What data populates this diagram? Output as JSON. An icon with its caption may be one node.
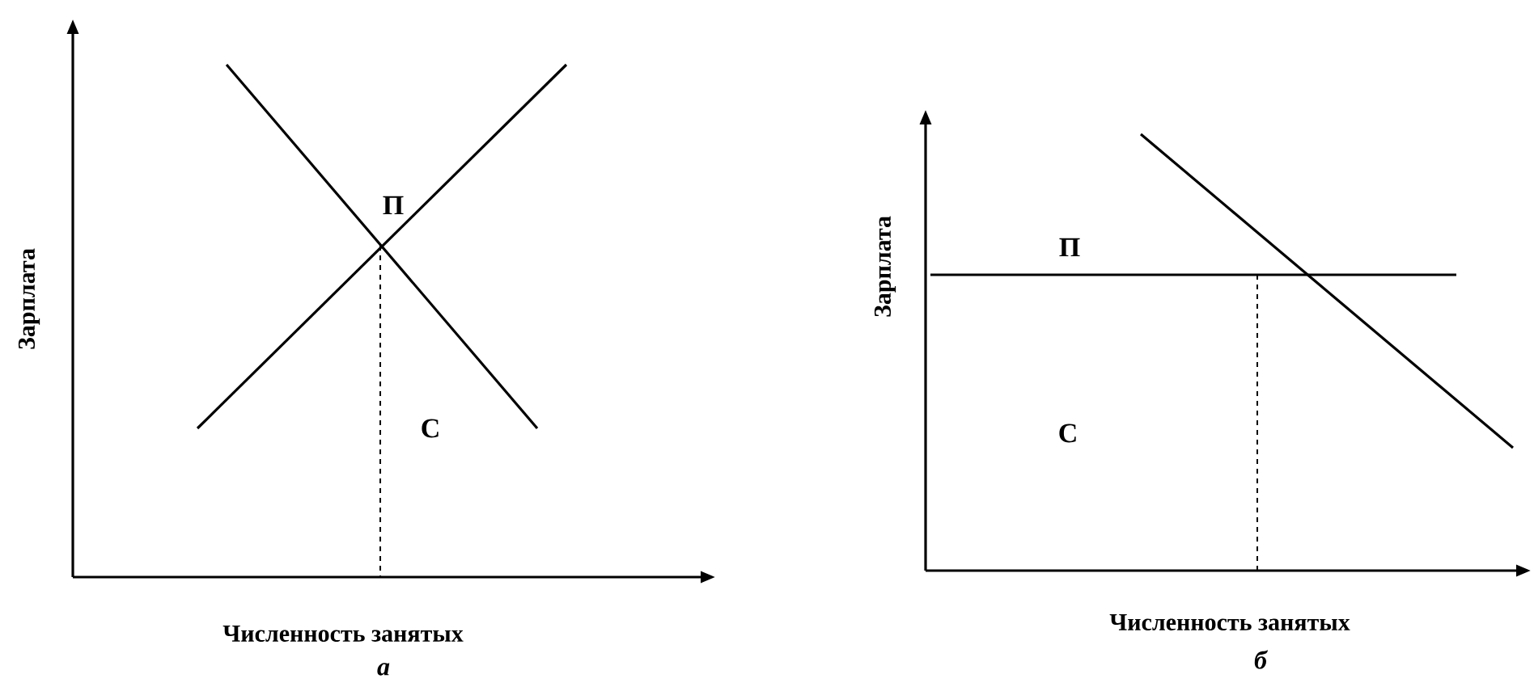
{
  "diagram": {
    "labels": [
      "Зарплата",
      "П",
      "С",
      "Численность занятых",
      "а",
      "Зарплата",
      "П",
      "С",
      "Численность занятых",
      "б"
    ]
  }
}
